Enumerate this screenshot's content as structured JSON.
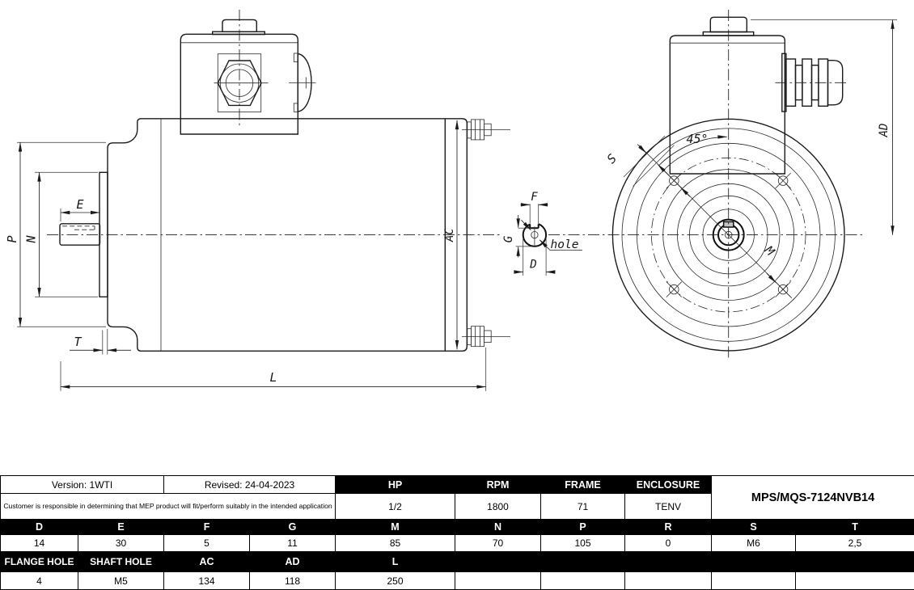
{
  "drawing": {
    "side": {
      "P": "P",
      "N": "N",
      "E": "E",
      "T": "T",
      "L": "L",
      "AC": "AC"
    },
    "detail": {
      "F": "F",
      "G": "G",
      "D": "D",
      "hole": "hole"
    },
    "front": {
      "angle": "45°",
      "S": "S",
      "M": "M",
      "AD": "AD"
    }
  },
  "table": {
    "version": "Version: 1WTI",
    "revised": "Revised: 24-04-2023",
    "disclaimer": "Customer is responsible in determining that MEP product will fit/perform suitably in the intended application",
    "model": "MPS/MQS-7124NVB14",
    "spec_headers": [
      "HP",
      "RPM",
      "FRAME",
      "ENCLOSURE"
    ],
    "spec_values": [
      "1/2",
      "1800",
      "71",
      "TENV"
    ],
    "dim_headers": [
      "D",
      "E",
      "F",
      "G",
      "M",
      "N",
      "P",
      "R",
      "S",
      "T"
    ],
    "dim_values": [
      "14",
      "30",
      "5",
      "11",
      "85",
      "70",
      "105",
      "0",
      "M6",
      "2,5"
    ],
    "dim2_headers": [
      "FLANGE HOLE",
      "SHAFT HOLE",
      "AC",
      "AD",
      "L"
    ],
    "dim2_values": [
      "4",
      "M5",
      "134",
      "118",
      "250"
    ]
  },
  "colors": {
    "line": "#1b1b1b",
    "metal_light": "#c3c3c3",
    "metal_dark": "#868686",
    "header_bg": "#000000",
    "header_text": "#ffffff"
  }
}
